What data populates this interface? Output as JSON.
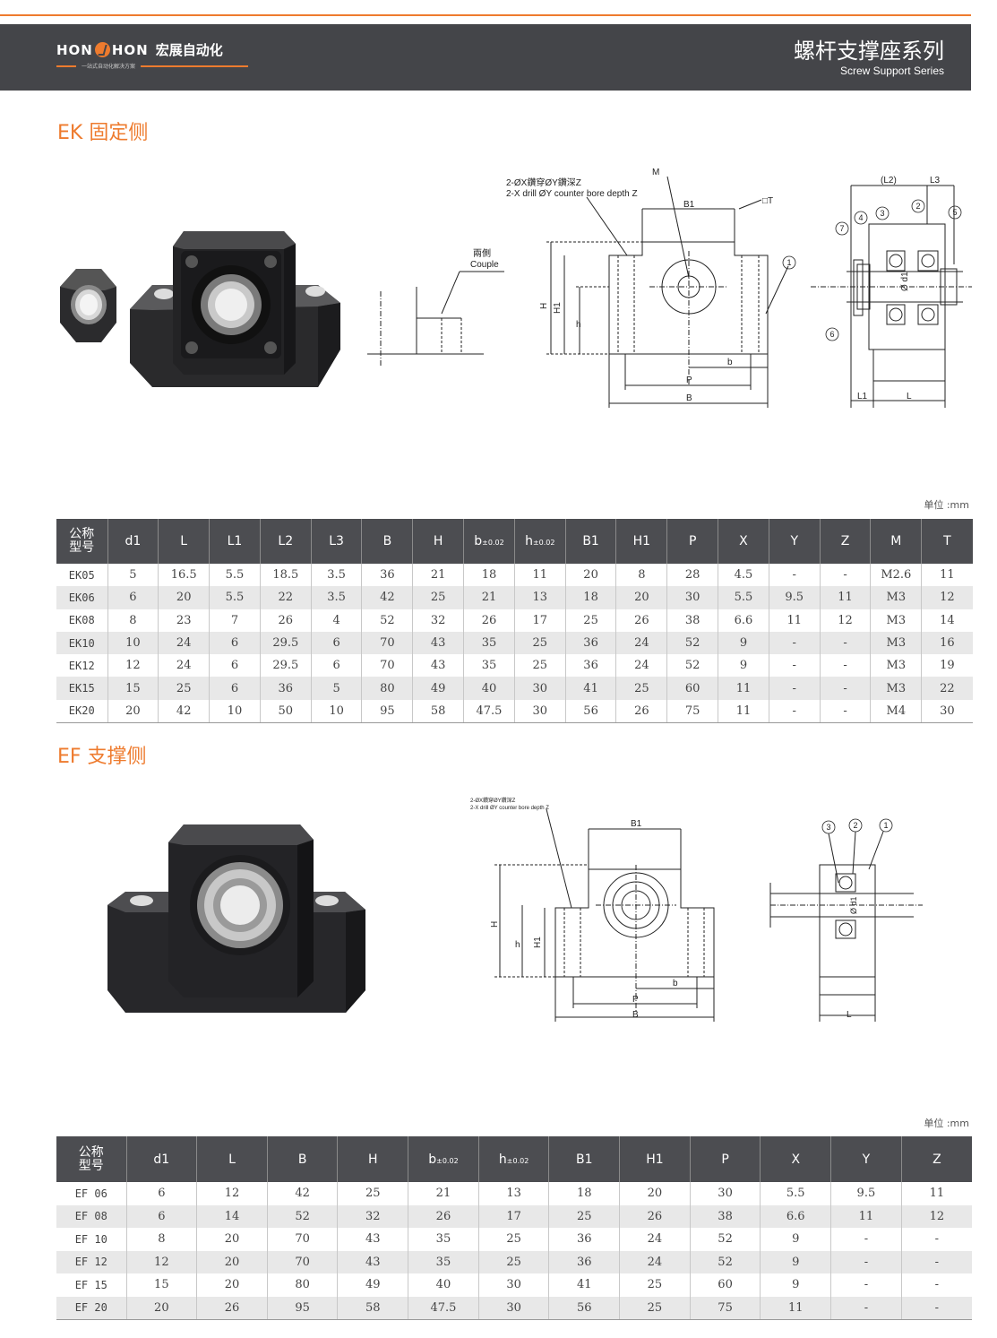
{
  "header": {
    "brand_left": "HON",
    "brand_right": "HON",
    "brand_cn": "宏展自动化",
    "slogan": "一站式自动化解决方案",
    "series_cn": "螺杆支撑座系列",
    "series_en": "Screw Support Series"
  },
  "ek": {
    "title": "EK 固定侧",
    "unit": "单位 :mm",
    "drawing": {
      "hole_note_cn": "2-ØX鑽穿ØY鑽深Z",
      "hole_note_en": "2-X drill ØY counter bore depth Z",
      "couple_cn": "兩側",
      "couple_en": "Couple",
      "labels": [
        "M",
        "B1",
        "□T",
        "H",
        "H1",
        "h",
        "b",
        "P",
        "B",
        "(L2)",
        "L3",
        "L1",
        "L",
        "Ø d1"
      ],
      "callouts": [
        "1",
        "2",
        "3",
        "4",
        "5",
        "6",
        "7"
      ]
    },
    "headers": [
      "公称\n型号",
      "d1",
      "L",
      "L1",
      "L2",
      "L3",
      "B",
      "H",
      "b±0.02",
      "h±0.02",
      "B1",
      "H1",
      "P",
      "X",
      "Y",
      "Z",
      "M",
      "T"
    ],
    "header_model_1": "公称",
    "header_model_2": "型号",
    "rows": [
      [
        "EK05",
        "5",
        "16.5",
        "5.5",
        "18.5",
        "3.5",
        "36",
        "21",
        "18",
        "11",
        "20",
        "8",
        "28",
        "4.5",
        "-",
        "-",
        "M2.6",
        "11"
      ],
      [
        "EK06",
        "6",
        "20",
        "5.5",
        "22",
        "3.5",
        "42",
        "25",
        "21",
        "13",
        "18",
        "20",
        "30",
        "5.5",
        "9.5",
        "11",
        "M3",
        "12"
      ],
      [
        "EK08",
        "8",
        "23",
        "7",
        "26",
        "4",
        "52",
        "32",
        "26",
        "17",
        "25",
        "26",
        "38",
        "6.6",
        "11",
        "12",
        "M3",
        "14"
      ],
      [
        "EK10",
        "10",
        "24",
        "6",
        "29.5",
        "6",
        "70",
        "43",
        "35",
        "25",
        "36",
        "24",
        "52",
        "9",
        "-",
        "-",
        "M3",
        "16"
      ],
      [
        "EK12",
        "12",
        "24",
        "6",
        "29.5",
        "6",
        "70",
        "43",
        "35",
        "25",
        "36",
        "24",
        "52",
        "9",
        "-",
        "-",
        "M3",
        "19"
      ],
      [
        "EK15",
        "15",
        "25",
        "6",
        "36",
        "5",
        "80",
        "49",
        "40",
        "30",
        "41",
        "25",
        "60",
        "11",
        "-",
        "-",
        "M3",
        "22"
      ],
      [
        "EK20",
        "20",
        "42",
        "10",
        "50",
        "10",
        "95",
        "58",
        "47.5",
        "30",
        "56",
        "26",
        "75",
        "11",
        "-",
        "-",
        "M4",
        "30"
      ]
    ]
  },
  "ef": {
    "title": "EF 支撑侧",
    "unit": "单位 :mm",
    "drawing": {
      "hole_note_cn": "2-ØX鑽穿ØY鑽深Z",
      "hole_note_en": "2-X drill ØY counter bore depth Z",
      "labels": [
        "B1",
        "H",
        "h",
        "H1",
        "b",
        "P",
        "B",
        "L",
        "Ø d1"
      ],
      "callouts": [
        "1",
        "2",
        "3"
      ]
    },
    "header_model_1": "公称",
    "header_model_2": "型号",
    "headers": [
      "公称\n型号",
      "d1",
      "L",
      "B",
      "H",
      "b±0.02",
      "h±0.02",
      "B1",
      "H1",
      "P",
      "X",
      "Y",
      "Z"
    ],
    "rows": [
      [
        "EF 06",
        "6",
        "12",
        "42",
        "25",
        "21",
        "13",
        "18",
        "20",
        "30",
        "5.5",
        "9.5",
        "11"
      ],
      [
        "EF 08",
        "6",
        "14",
        "52",
        "32",
        "26",
        "17",
        "25",
        "26",
        "38",
        "6.6",
        "11",
        "12"
      ],
      [
        "EF 10",
        "8",
        "20",
        "70",
        "43",
        "35",
        "25",
        "36",
        "24",
        "52",
        "9",
        "-",
        "-"
      ],
      [
        "EF 12",
        "12",
        "20",
        "70",
        "43",
        "35",
        "25",
        "36",
        "24",
        "52",
        "9",
        "-",
        "-"
      ],
      [
        "EF 15",
        "15",
        "20",
        "80",
        "49",
        "40",
        "30",
        "41",
        "25",
        "60",
        "9",
        "-",
        "-"
      ],
      [
        "EF 20",
        "20",
        "26",
        "95",
        "58",
        "47.5",
        "30",
        "56",
        "25",
        "75",
        "11",
        "-",
        "-"
      ]
    ]
  }
}
